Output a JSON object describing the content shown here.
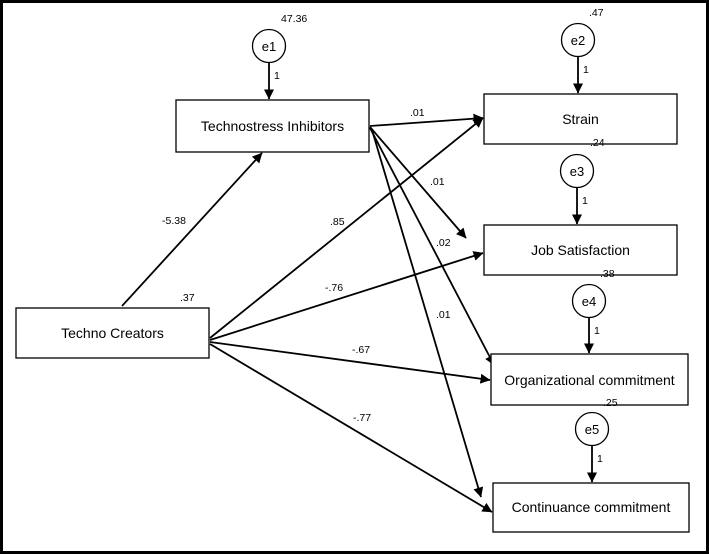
{
  "nodes": [
    {
      "id": "techno-creators",
      "label": "Techno Creators",
      "variance": ".37"
    },
    {
      "id": "technostress-inhibitors",
      "label": "Technostress Inhibitors"
    },
    {
      "id": "strain",
      "label": "Strain"
    },
    {
      "id": "job-satisfaction",
      "label": "Job Satisfaction"
    },
    {
      "id": "organizational-commitment",
      "label": "Organizational commitment"
    },
    {
      "id": "continuance-commitment",
      "label": "Continuance commitment"
    }
  ],
  "errors": [
    {
      "id": "e1",
      "label": "e1",
      "variance": "47.36",
      "loading": "1",
      "target": "technostress-inhibitors"
    },
    {
      "id": "e2",
      "label": "e2",
      "variance": ".47",
      "loading": "1",
      "target": "strain"
    },
    {
      "id": "e3",
      "label": "e3",
      "variance": ".24",
      "loading": "1",
      "target": "job-satisfaction"
    },
    {
      "id": "e4",
      "label": "e4",
      "variance": ".38",
      "loading": "1",
      "target": "organizational-commitment"
    },
    {
      "id": "e5",
      "label": "e5",
      "variance": ".25",
      "loading": "1",
      "target": "continuance-commitment"
    }
  ],
  "paths": [
    {
      "from": "techno-creators",
      "to": "technostress-inhibitors",
      "coef": "-5.38"
    },
    {
      "from": "technostress-inhibitors",
      "to": "strain",
      "coef": ".01"
    },
    {
      "from": "technostress-inhibitors",
      "to": "job-satisfaction",
      "coef": ".01"
    },
    {
      "from": "technostress-inhibitors",
      "to": "organizational-commitment",
      "coef": ".02"
    },
    {
      "from": "technostress-inhibitors",
      "to": "continuance-commitment",
      "coef": ".01"
    },
    {
      "from": "techno-creators",
      "to": "strain",
      "coef": ".85"
    },
    {
      "from": "techno-creators",
      "to": "job-satisfaction",
      "coef": "-.76"
    },
    {
      "from": "techno-creators",
      "to": "organizational-commitment",
      "coef": "-.67"
    },
    {
      "from": "techno-creators",
      "to": "continuance-commitment",
      "coef": "-.77"
    }
  ]
}
